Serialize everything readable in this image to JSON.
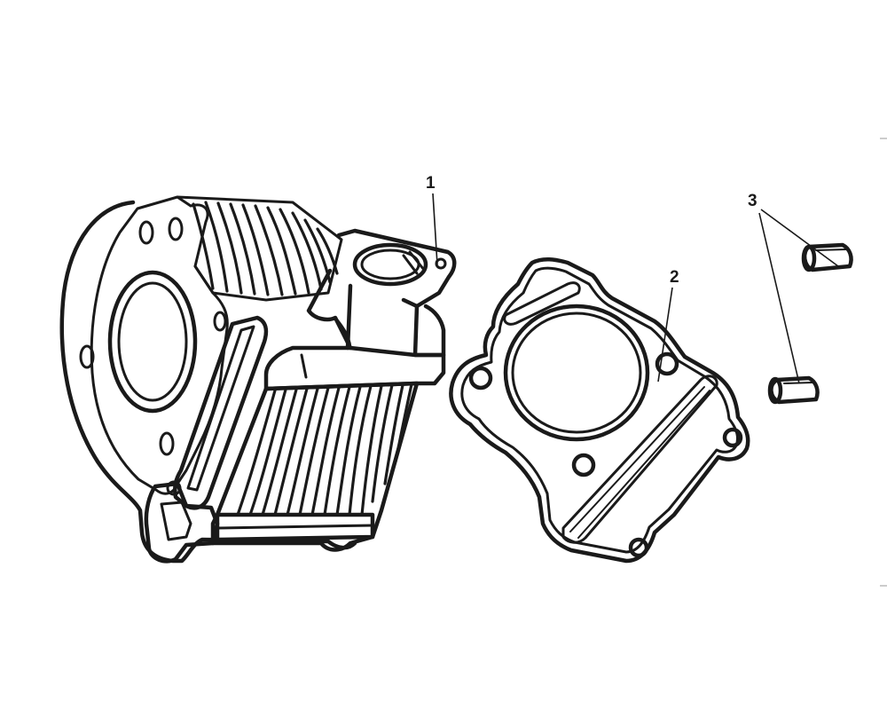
{
  "diagram": {
    "callouts": [
      {
        "id": "part-1",
        "label": "1"
      },
      {
        "id": "part-2",
        "label": "2"
      },
      {
        "id": "part-3",
        "label": "3"
      }
    ],
    "ink_color": "#1a1a1a",
    "background": "#ffffff"
  }
}
